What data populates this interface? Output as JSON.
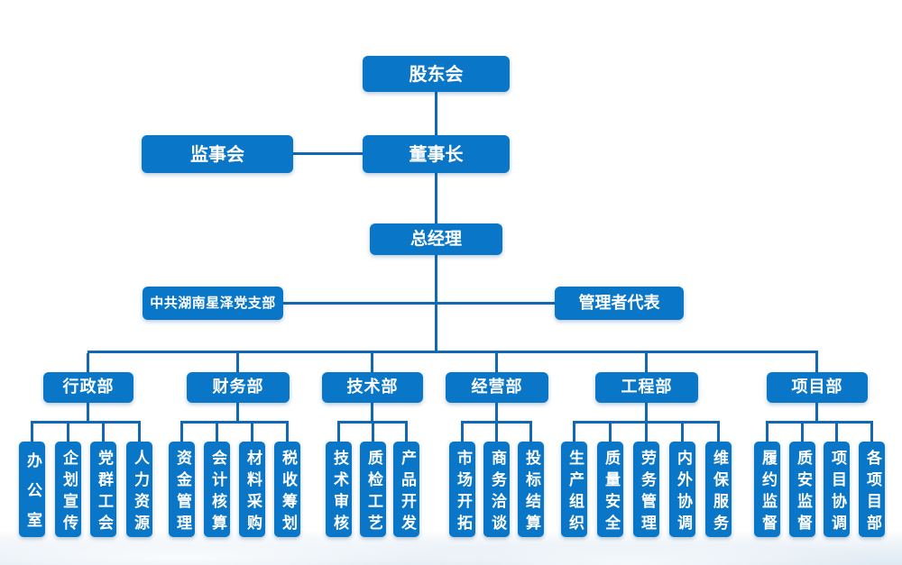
{
  "colors": {
    "node_blue": "#0a76c8",
    "line_blue": "#1168b4",
    "wave_band": "#dfeaf3",
    "text_white": "#ffffff"
  },
  "org": {
    "shareholders": "股东会",
    "supervisory_board": "监事会",
    "chairman": "董事长",
    "general_manager": "总经理",
    "party_branch": "中共湖南星泽党支部",
    "management_rep": "管理者代表",
    "departments": [
      {
        "label": "行政部",
        "children": [
          "办公室",
          "企划宣传",
          "党群工会",
          "人力资源"
        ]
      },
      {
        "label": "财务部",
        "children": [
          "资金管理",
          "会计核算",
          "材料采购",
          "税收筹划"
        ]
      },
      {
        "label": "技术部",
        "children": [
          "技术审核",
          "质检工艺",
          "产品开发"
        ]
      },
      {
        "label": "经营部",
        "children": [
          "市场开拓",
          "商务洽谈",
          "投标结算"
        ]
      },
      {
        "label": "工程部",
        "children": [
          "生产组织",
          "质量安全",
          "劳务管理",
          "内外协调",
          "维保服务"
        ]
      },
      {
        "label": "项目部",
        "children": [
          "履约监督",
          "质安监督",
          "项目协调",
          "各项目部"
        ]
      }
    ]
  }
}
